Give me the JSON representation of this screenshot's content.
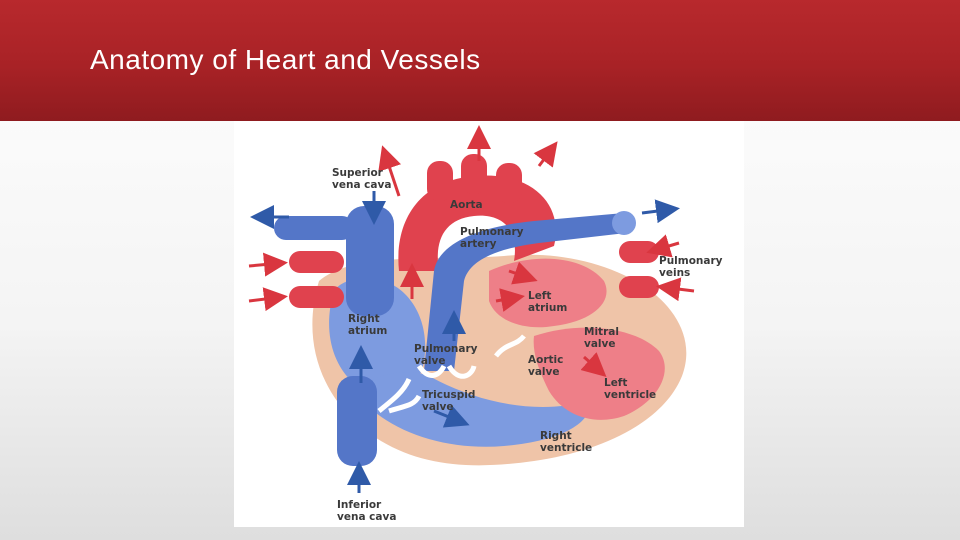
{
  "slide": {
    "title": "Anatomy of Heart and Vessels"
  },
  "diagram": {
    "labels": {
      "superior_vena_cava": [
        "Superior",
        "vena cava"
      ],
      "aorta": [
        "Aorta"
      ],
      "pulmonary_artery": [
        "Pulmonary",
        "artery"
      ],
      "pulmonary_veins": [
        "Pulmonary",
        "veins"
      ],
      "left_atrium": [
        "Left",
        "atrium"
      ],
      "right_atrium": [
        "Right",
        "atrium"
      ],
      "mitral_valve": [
        "Mitral",
        "valve"
      ],
      "pulmonary_valve": [
        "Pulmonary",
        "valve"
      ],
      "aortic_valve": [
        "Aortic",
        "valve"
      ],
      "left_ventricle": [
        "Left",
        "ventricle"
      ],
      "tricuspid_valve": [
        "Tricuspid",
        "valve"
      ],
      "right_ventricle": [
        "Right",
        "ventricle"
      ],
      "inferior_vena_cava": [
        "Inferior",
        "vena cava"
      ]
    },
    "colors": {
      "oxygenated": "#e0424e",
      "oxygenated_light": "#ee7f88",
      "deoxygenated": "#5476c8",
      "deoxygenated_light": "#7d9be0",
      "wall": "#efc4a8",
      "arrow_red": "#d9363f",
      "arrow_blue": "#2f5aa8"
    }
  }
}
